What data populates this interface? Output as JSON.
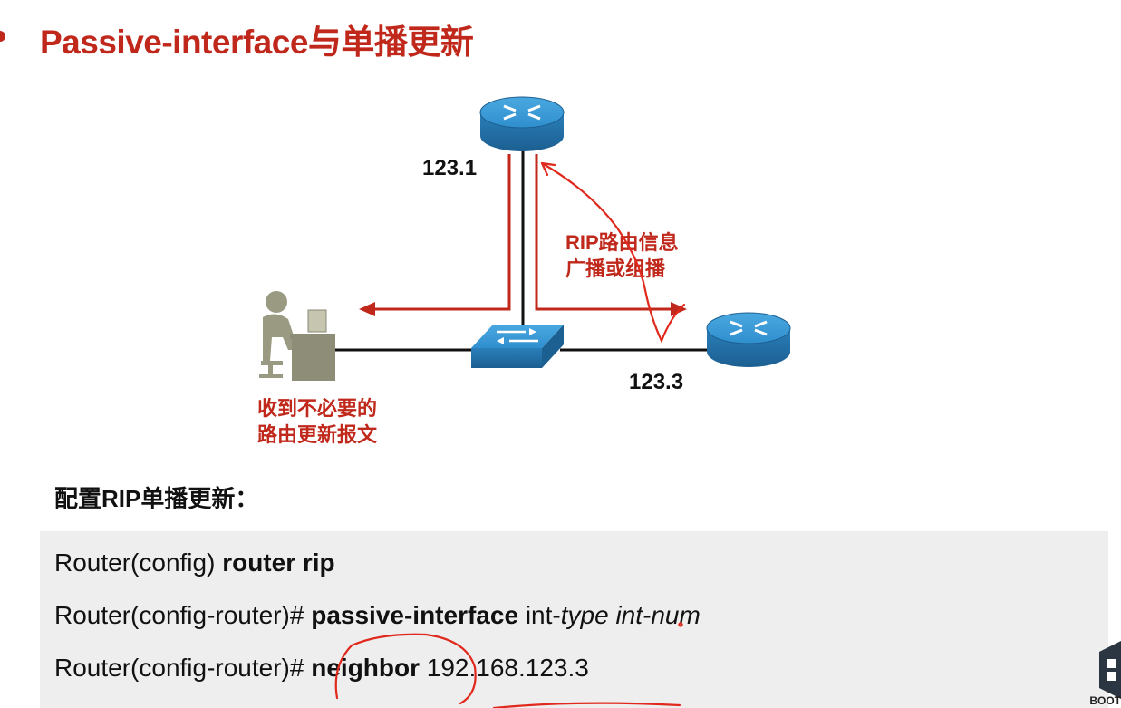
{
  "slide": {
    "title": "Passive-interface与单播更新",
    "section_label": "配置RIP单播更新：",
    "logo_text": "BOOT"
  },
  "diagram": {
    "router_top_label": "123.1",
    "router_right_label": "123.3",
    "rip_note_line1": "RIP路由信息",
    "rip_note_line2": "广播或组播",
    "pc_note_line1": "收到不必要的",
    "pc_note_line2": "路由更新报文",
    "icons": [
      "router-icon",
      "switch-icon",
      "pc-user-icon"
    ],
    "colors": {
      "accent_red": "#c0281c",
      "device_blue": "#2f8fce"
    }
  },
  "code": {
    "line1": {
      "prefix": "Router(config)",
      "command": "router rip"
    },
    "line2": {
      "prefix": "Router(config-router)#",
      "command": "passive-interface",
      "arg_plain": "int-",
      "arg_italic1": "type",
      "arg_italic2": "int-num"
    },
    "line3": {
      "prefix": "Router(config-router)#",
      "command": "neighbor",
      "value": "192.168.123.3"
    }
  }
}
